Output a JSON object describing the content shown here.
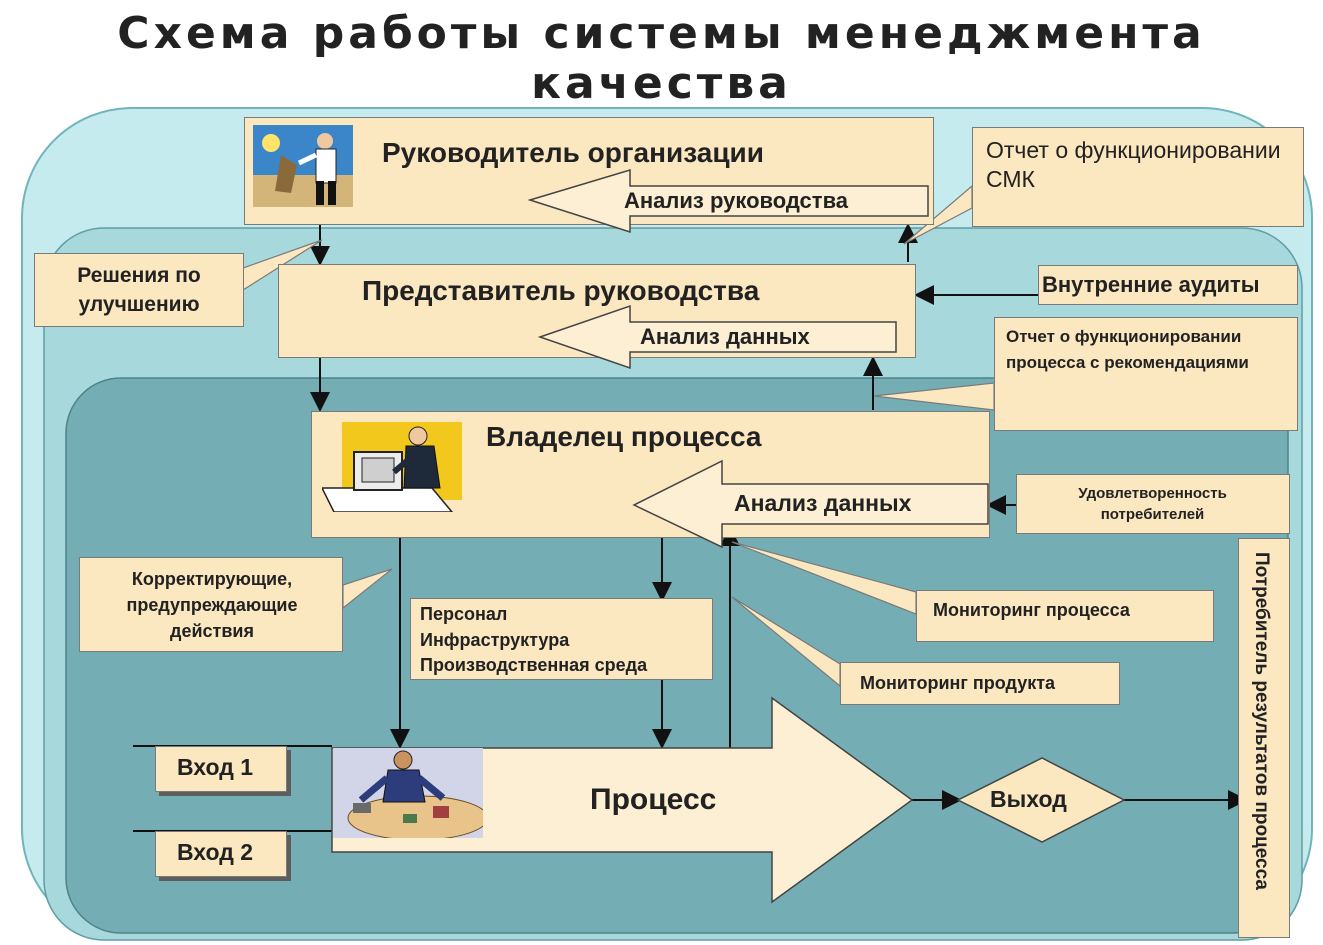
{
  "title": {
    "line1": "Схема работы системы менеджмента",
    "line2": "качества"
  },
  "nodes": {
    "head": "Руководитель организации",
    "head_analysis": "Анализ руководства",
    "report_qms": "Отчет о функционировании СМК",
    "decisions": "Решения по улучшению",
    "representative": "Представитель руководства",
    "rep_analysis": "Анализ данных",
    "internal_audits": "Внутренние аудиты",
    "process_report": "Отчет о функционировании процесса с рекомендациями",
    "owner": "Владелец процесса",
    "owner_analysis": "Анализ данных",
    "satisfaction": "Удовлетворенность потребителей",
    "corrective": "Корректирующие, предупреждающие действия",
    "resources_1": "Персонал",
    "resources_2": "Инфраструктура",
    "resources_3": "Производственная среда",
    "monitor_process": "Мониторинг процесса",
    "monitor_product": "Мониторинг продукта",
    "input1": "Вход 1",
    "input2": "Вход 2",
    "process": "Процесс",
    "output": "Выход",
    "consumer": "Потребитель результатов процесса"
  },
  "icons": [
    "manager-figure-icon",
    "owner-at-computer-icon",
    "worker-at-desk-icon"
  ],
  "colors": {
    "box_fill": "#fbe7c0",
    "outer_panel": "#c6ebee",
    "middle_panel": "#9fd4d8",
    "inner_panel": "#74aeb4",
    "arrow_fill": "#fcefd3"
  }
}
